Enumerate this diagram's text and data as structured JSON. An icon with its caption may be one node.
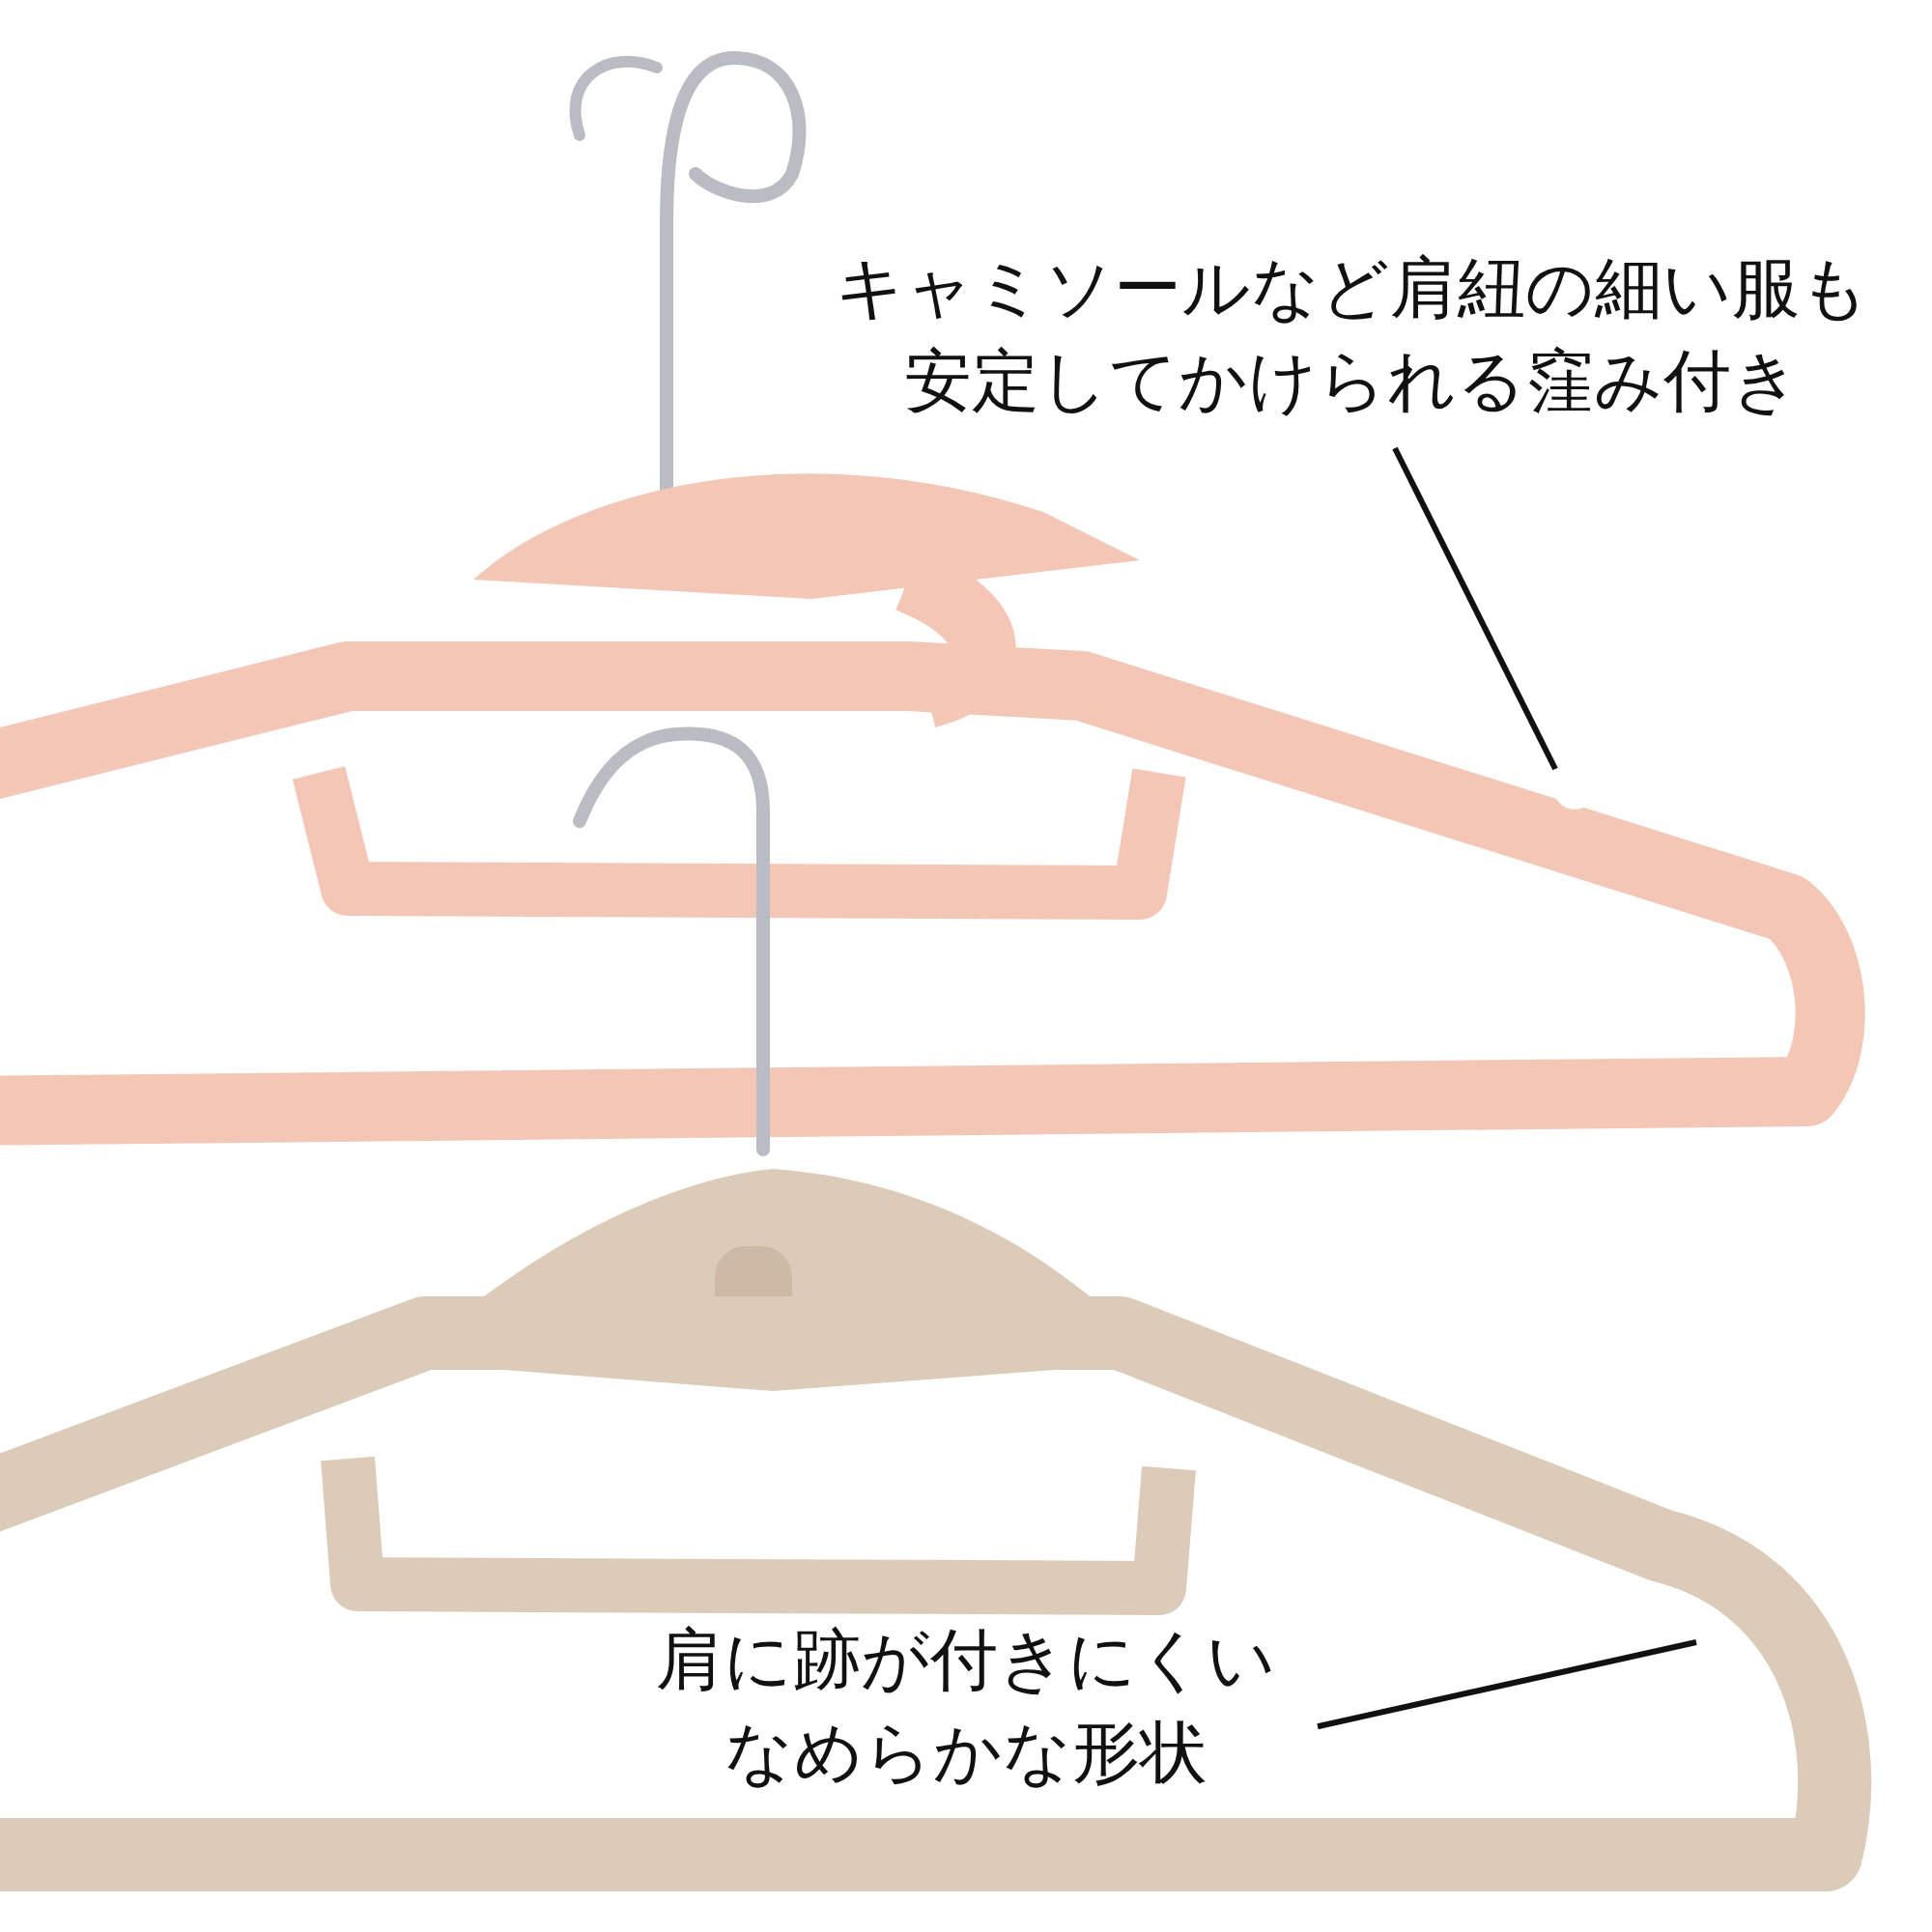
{
  "diagram": {
    "nodes": [
      {
        "text": [
          "キャミソールなど肩紐の細い服も安定してかけられる窪み付き"
        ]
      },
      {
        "text": [
          "肩に跡が付きにくいなめらかな形状"
        ]
      }
    ],
    "edges": [
      {
        "from": 0,
        "to": null,
        "arrow": "none"
      },
      {
        "from": 1,
        "to": null,
        "arrow": "none"
      }
    ]
  }
}
